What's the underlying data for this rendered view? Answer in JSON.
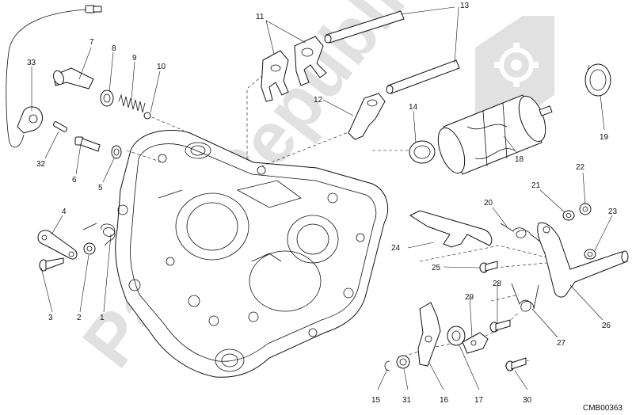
{
  "labels": {
    "l1": "1",
    "l2": "2",
    "l3": "3",
    "l4": "4",
    "l5": "5",
    "l6": "6",
    "l7": "7",
    "l8": "8",
    "l9": "9",
    "l10": "10",
    "l11": "11",
    "l12": "12",
    "l13": "13",
    "l14": "14",
    "l15": "15",
    "l16": "16",
    "l17": "17",
    "l18": "18",
    "l19": "19",
    "l20": "20",
    "l21": "21",
    "l22": "22",
    "l23": "23",
    "l24": "24",
    "l25": "25",
    "l26": "26",
    "l27": "27",
    "l28": "28",
    "l29": "29",
    "l30": "30",
    "l31": "31",
    "l32": "32",
    "l33": "33"
  },
  "drawing_code": "CMB00363",
  "watermark": {
    "text": "Parts Republik",
    "icon": "gear-icon",
    "color": "#c8c8c8"
  }
}
